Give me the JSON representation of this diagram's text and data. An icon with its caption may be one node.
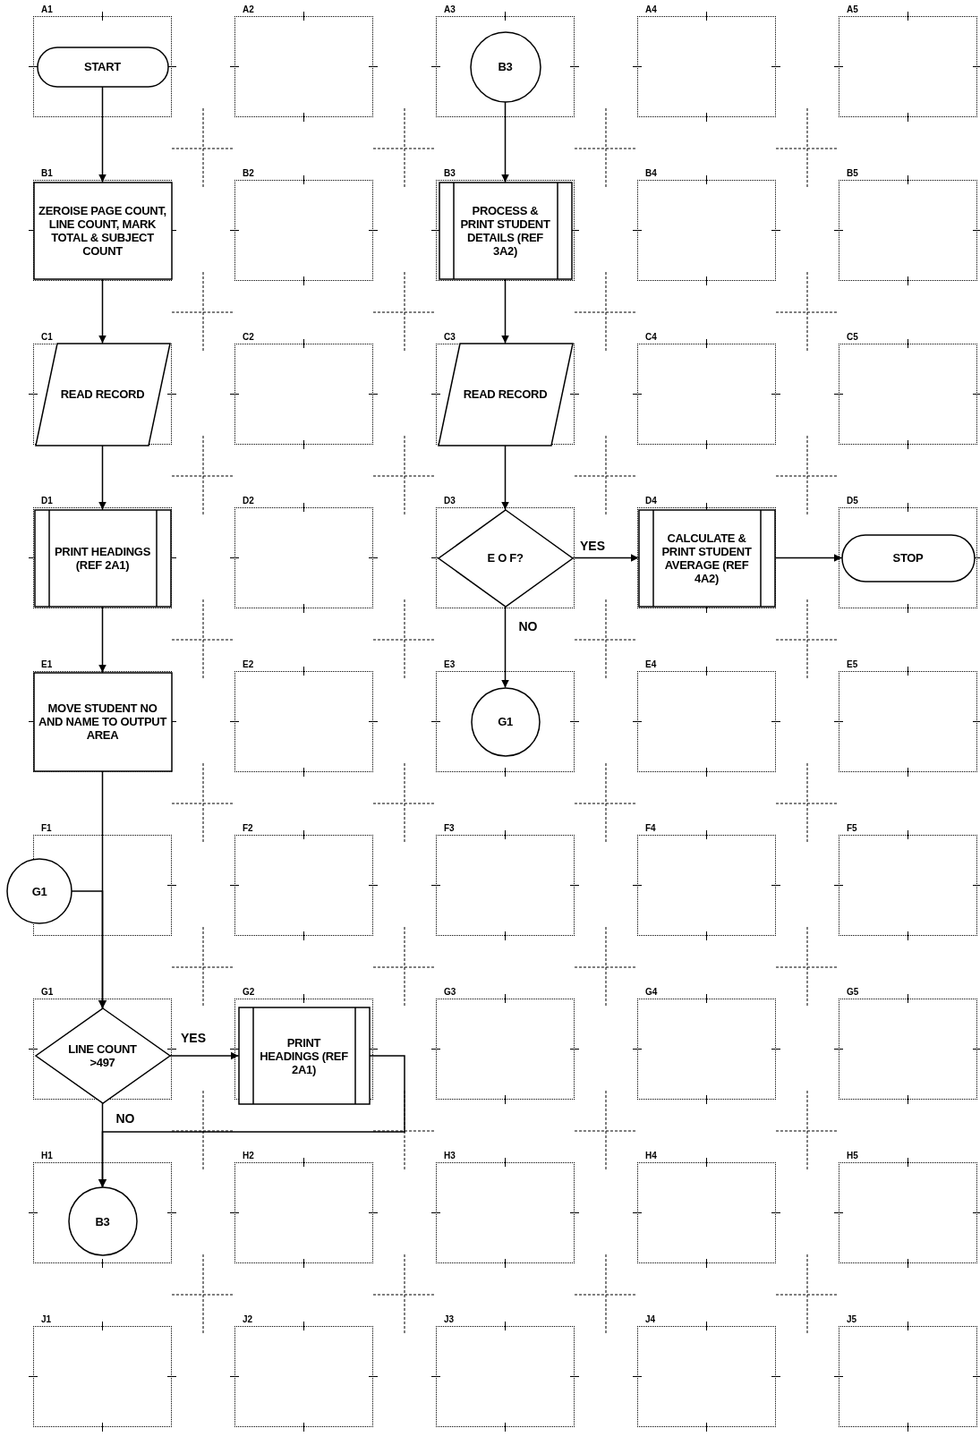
{
  "diagram": {
    "nodes": [
      {
        "text": [
          "START"
        ]
      },
      {
        "text": [
          "B3"
        ]
      },
      {
        "text": [
          "ZEROISE PAGE COUNT, LINE COUNT, MARK TOTAL & SUBJECT COUNT"
        ]
      },
      {
        "text": [
          "PROCESS & PRINT STUDENT DETAILS (REF 3A2)"
        ]
      },
      {
        "text": [
          "READ RECORD"
        ]
      },
      {
        "text": [
          "READ RECORD"
        ]
      },
      {
        "text": [
          "PRINT HEADINGS (REF 2A1)"
        ]
      },
      {
        "text": [
          "E O F?"
        ]
      },
      {
        "text": [
          "CALCULATE & PRINT STUDENT AVERAGE (REF 4A2)"
        ]
      },
      {
        "text": [
          "STOP"
        ]
      },
      {
        "text": [
          "MOVE STUDENT NO AND NAME TO OUTPUT AREA"
        ]
      },
      {
        "text": [
          "G1"
        ]
      },
      {
        "text": [
          "G1"
        ]
      },
      {
        "text": [
          "LINE COUNT >497"
        ]
      },
      {
        "text": [
          "PRINT HEADINGS (REF 2A1)"
        ]
      },
      {
        "text": [
          "B3"
        ]
      }
    ],
    "edges": [
      {
        "from": 0,
        "to": 2,
        "arrow": "to"
      },
      {
        "from": 2,
        "to": 4,
        "arrow": "to"
      },
      {
        "from": 4,
        "to": 6,
        "arrow": "to"
      },
      {
        "from": 6,
        "to": 10,
        "arrow": "to"
      },
      {
        "from": 10,
        "to": 13,
        "arrow": "to"
      },
      {
        "from": 12,
        "to": 13,
        "arrow": "to"
      },
      {
        "from": 13,
        "to": 14,
        "arrow": "to",
        "label": "YES"
      },
      {
        "from": 14,
        "to": 15,
        "arrow": "to"
      },
      {
        "from": 13,
        "to": 15,
        "arrow": "to",
        "label": "NO"
      },
      {
        "from": 1,
        "to": 3,
        "arrow": "to"
      },
      {
        "from": 3,
        "to": 5,
        "arrow": "to"
      },
      {
        "from": 5,
        "to": 7,
        "arrow": "to"
      },
      {
        "from": 7,
        "to": 8,
        "arrow": "to",
        "label": "YES"
      },
      {
        "from": 8,
        "to": 9,
        "arrow": "to"
      },
      {
        "from": 7,
        "to": 11,
        "arrow": "to",
        "label": "NO"
      }
    ],
    "labels": [
      "A1",
      "A2",
      "A3",
      "A4",
      "A5",
      "B1",
      "B2",
      "B3",
      "B4",
      "B5",
      "C1",
      "C2",
      "C3",
      "C4",
      "C5",
      "D1",
      "D2",
      "D3",
      "D4",
      "D5",
      "E1",
      "E2",
      "E3",
      "E4",
      "E5",
      "F1",
      "F2",
      "F3",
      "F4",
      "F5",
      "G1",
      "G2",
      "G3",
      "G4",
      "G5",
      "H1",
      "H2",
      "H3",
      "H4",
      "H5",
      "J1",
      "J2",
      "J3",
      "J4",
      "J5"
    ]
  }
}
